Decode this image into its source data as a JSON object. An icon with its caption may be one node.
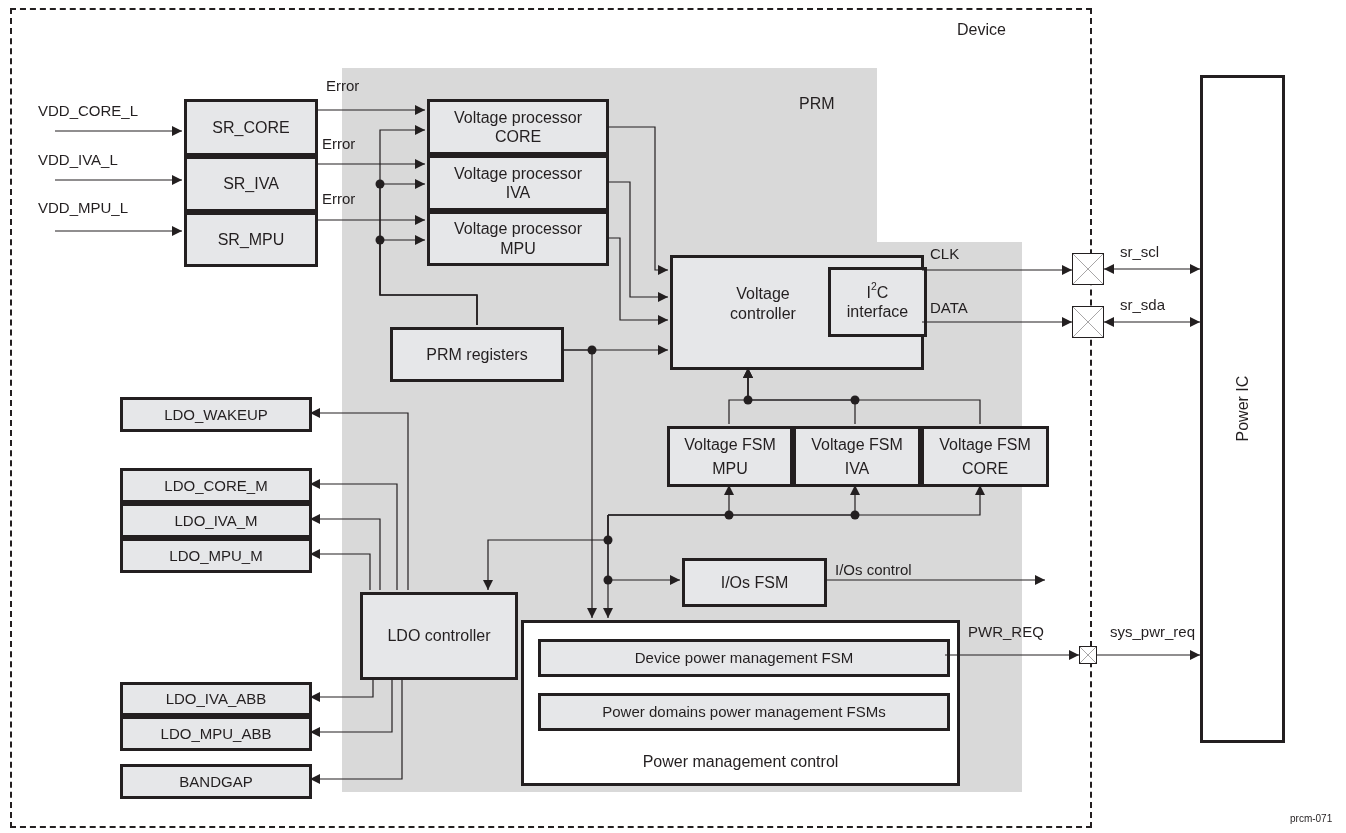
{
  "diagram": {
    "nodes": [
      {
        "text": [
          "Device"
        ]
      },
      {
        "text": [
          "PRM"
        ],
        "in": 0
      },
      {
        "text": [
          "SR_CORE"
        ],
        "in": 0
      },
      {
        "text": [
          "SR_IVA"
        ],
        "in": 0
      },
      {
        "text": [
          "SR_MPU"
        ],
        "in": 0
      },
      {
        "text": [
          "Voltage processor CORE"
        ],
        "in": 1
      },
      {
        "text": [
          "Voltage processor IVA"
        ],
        "in": 1
      },
      {
        "text": [
          "Voltage processor MPU"
        ],
        "in": 1
      },
      {
        "text": [
          "Voltage controller"
        ],
        "in": 1
      },
      {
        "text": [
          "I$^{2}$C interface"
        ],
        "in": 8
      },
      {
        "text": [
          "PRM registers"
        ],
        "in": 1
      },
      {
        "text": [
          "Voltage FSM MPU"
        ],
        "in": 1
      },
      {
        "text": [
          "Voltage FSM IVA"
        ],
        "in": 1
      },
      {
        "text": [
          "Voltage FSM CORE"
        ],
        "in": 0
      },
      {
        "text": [
          "I/Os FSM"
        ],
        "in": 1
      },
      {
        "text": [
          "LDO controller"
        ],
        "in": 1
      },
      {
        "text": [
          "Power management control"
        ],
        "in": 1
      },
      {
        "text": [
          "Device power management FSM"
        ],
        "in": 16
      },
      {
        "text": [
          "Power domains power management FSMs"
        ],
        "in": 16
      },
      {
        "text": [
          "LDO_WAKEUP"
        ],
        "in": 0
      },
      {
        "text": [
          "LDO_CORE_M"
        ],
        "in": 0
      },
      {
        "text": [
          "LDO_IVA_M"
        ],
        "in": 0
      },
      {
        "text": [
          "LDO_MPU_M"
        ],
        "in": 0
      },
      {
        "text": [
          "LDO_IVA_ABB"
        ],
        "in": 0
      },
      {
        "text": [
          "LDO_MPU_ABB"
        ],
        "in": 0
      },
      {
        "text": [
          "BANDGAP"
        ],
        "in": 0
      },
      {
        "text": [],
        "shape": "box"
      },
      {
        "text": [],
        "shape": "box"
      },
      {
        "text": [],
        "shape": "box"
      },
      {
        "text": [
          "Power IC"
        ]
      }
    ],
    "edges": [
      {
        "from": null,
        "to": 2,
        "arrow": "to",
        "label": "VDD_CORE_L"
      },
      {
        "from": null,
        "to": 3,
        "arrow": "to",
        "label": "VDD_IVA_L"
      },
      {
        "from": null,
        "to": 4,
        "arrow": "to",
        "label": "VDD_MPU_L"
      },
      {
        "from": 2,
        "to": 5,
        "arrow": "to",
        "label": "Error"
      },
      {
        "from": 3,
        "to": 6,
        "arrow": "to",
        "label": "Error"
      },
      {
        "from": 4,
        "to": 7,
        "arrow": "to",
        "label": "Error"
      },
      {
        "from": 10,
        "to": 5,
        "arrow": "to"
      },
      {
        "from": 10,
        "to": 6,
        "arrow": "to"
      },
      {
        "from": 10,
        "to": 7,
        "arrow": "to"
      },
      {
        "from": 5,
        "to": 8,
        "arrow": "to"
      },
      {
        "from": 6,
        "to": 8,
        "arrow": "to"
      },
      {
        "from": 7,
        "to": 8,
        "arrow": "to"
      },
      {
        "from": 10,
        "to": 8,
        "arrow": "to"
      },
      {
        "from": 10,
        "to": 16,
        "arrow": "to"
      },
      {
        "from": 11,
        "to": 8,
        "arrow": "to"
      },
      {
        "from": 12,
        "to": 8,
        "arrow": "to"
      },
      {
        "from": 13,
        "to": 8,
        "arrow": "to"
      },
      {
        "from": null,
        "to": 11,
        "arrow": "to"
      },
      {
        "from": null,
        "to": 12,
        "arrow": "to"
      },
      {
        "from": null,
        "to": 13,
        "arrow": "to"
      },
      {
        "from": null,
        "to": 15,
        "arrow": "to"
      },
      {
        "from": null,
        "to": 14,
        "arrow": "to"
      },
      {
        "from": null,
        "to": 16,
        "arrow": "to"
      },
      {
        "from": 14,
        "to": null,
        "arrow": "to",
        "label": "I/Os control"
      },
      {
        "from": 15,
        "to": 19,
        "arrow": "to"
      },
      {
        "from": 15,
        "to": 20,
        "arrow": "to"
      },
      {
        "from": 15,
        "to": 21,
        "arrow": "to"
      },
      {
        "from": 15,
        "to": 22,
        "arrow": "to"
      },
      {
        "from": 15,
        "to": 23,
        "arrow": "to"
      },
      {
        "from": 15,
        "to": 24,
        "arrow": "to"
      },
      {
        "from": 15,
        "to": 25,
        "arrow": "to"
      },
      {
        "from": 9,
        "to": 26,
        "arrow": "to",
        "label": "CLK"
      },
      {
        "from": 9,
        "to": 27,
        "arrow": "to",
        "label": "DATA"
      },
      {
        "from": 26,
        "to": 29,
        "arrow": "both",
        "label": "sr_scl"
      },
      {
        "from": 27,
        "to": 29,
        "arrow": "both",
        "label": "sr_sda"
      },
      {
        "from": 17,
        "to": 28,
        "arrow": "to",
        "label": "PWR_REQ"
      },
      {
        "from": 28,
        "to": 29,
        "arrow": "to",
        "label": "sys_pwr_req"
      }
    ],
    "labels": [
      "prcm-071"
    ]
  }
}
